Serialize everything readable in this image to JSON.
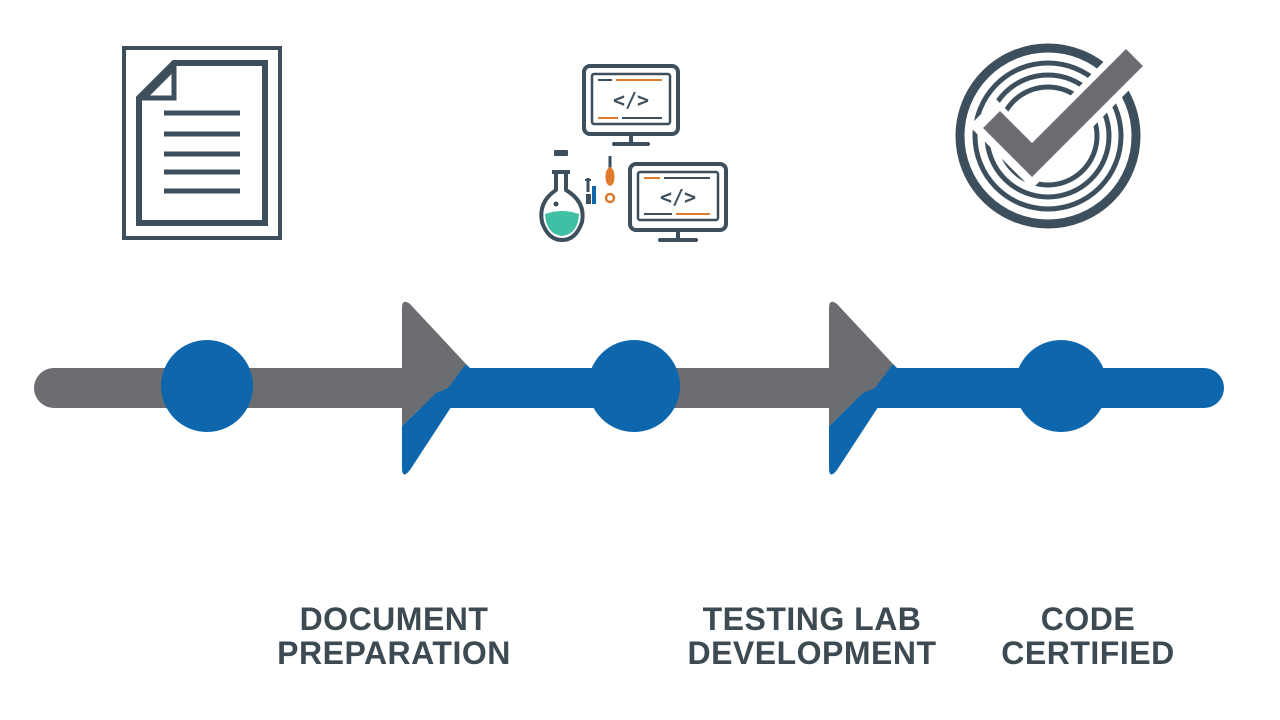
{
  "colors": {
    "gray": "#6b6d70",
    "blue": "#0e67ad",
    "icon_dark": "#3d4f5c",
    "accent_orange": "#e07a2c",
    "accent_teal": "#3fbfa3",
    "label": "#3d4a52"
  },
  "icons": [
    {
      "name": "document-icon"
    },
    {
      "name": "code-lab-icon",
      "code_glyph": "</>"
    },
    {
      "name": "checkmark-badge-icon"
    }
  ],
  "timeline": {
    "nodes": 3,
    "arrows": 2
  },
  "steps": [
    {
      "line1": "DOCUMENT",
      "line2": "PREPARATION"
    },
    {
      "line1": "TESTING LAB",
      "line2": "DEVELOPMENT"
    },
    {
      "line1": "CODE",
      "line2": "CERTIFIED"
    }
  ]
}
